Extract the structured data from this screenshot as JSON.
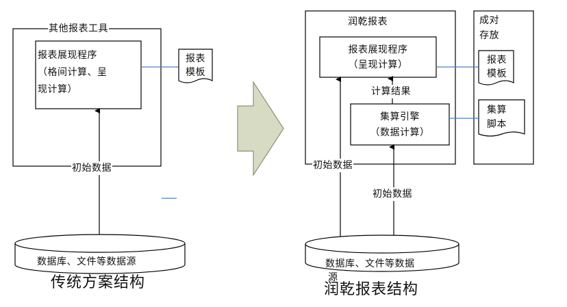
{
  "left": {
    "box_title": "其他报表工具",
    "inner_text": [
      "报表展现程序",
      "（格间计算、呈",
      "现计算）"
    ],
    "doc_text": [
      "报表",
      "模板"
    ],
    "arrow_label": "初始数据",
    "db_label": "数据库、文件等数据源",
    "caption": "传统方案结构"
  },
  "right": {
    "box_title": "润乾报表",
    "inner_top_text": [
      "报表展现程序",
      "（呈现计算）"
    ],
    "result_label": "计算结果",
    "inner_bottom_text": [
      "集算引擎",
      "（数据计算）"
    ],
    "storage_title": [
      "成对",
      "存放"
    ],
    "doc1_text": [
      "报表",
      "模板"
    ],
    "doc2_text": [
      "集算",
      "脚本"
    ],
    "arrow_label_outer": "初始数据",
    "arrow_label_inner": "初始数据",
    "db_label_line1": "数据库、文件等数据",
    "db_label_line2": "源",
    "caption": "润乾报表结构"
  }
}
